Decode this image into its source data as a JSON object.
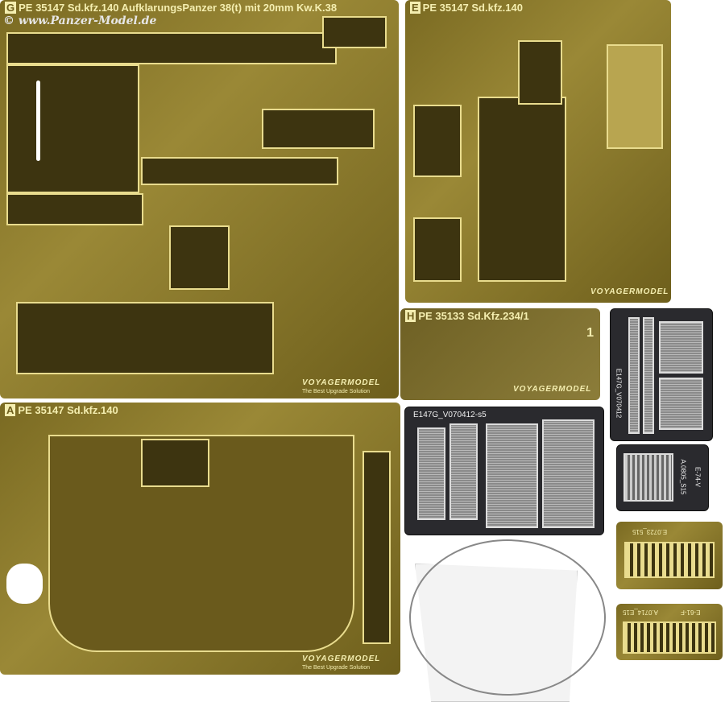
{
  "watermark": "© www.Panzer-Model.de",
  "frets": {
    "main": {
      "letter": "G",
      "title": "PE 35147 Sd.kfz.140 AufklarungsPanzer 38(t) mit 20mm Kw.K.38",
      "brand": "VOYAGERMODEL",
      "slogan": "The Best Upgrade Solution"
    },
    "e": {
      "letter": "E",
      "title": "PE 35147 Sd.kfz.140",
      "brand": "VOYAGERMODEL"
    },
    "h": {
      "letter": "H",
      "title": "PE 35133 Sd.Kfz.234/1",
      "number": "1",
      "brand": "VOYAGERMODEL"
    },
    "a": {
      "letter": "A",
      "title": "PE 35147 Sd.kfz.140",
      "brand": "VOYAGERMODEL",
      "slogan": "The Best Upgrade Solution"
    },
    "mesh_tall": {
      "code": "E147G_V070412"
    },
    "mesh_wide": {
      "code": "E147G_V070412-s5"
    },
    "small1": {
      "code1": "A.0805_S15",
      "code2": "E-74-V"
    },
    "small2": {
      "code": "E.0723_515"
    },
    "small3": {
      "code1": "A.0714_E15",
      "code2": "E-61-F"
    }
  },
  "colors": {
    "brass": "#9a8836",
    "dark": "#2a2a2e"
  }
}
